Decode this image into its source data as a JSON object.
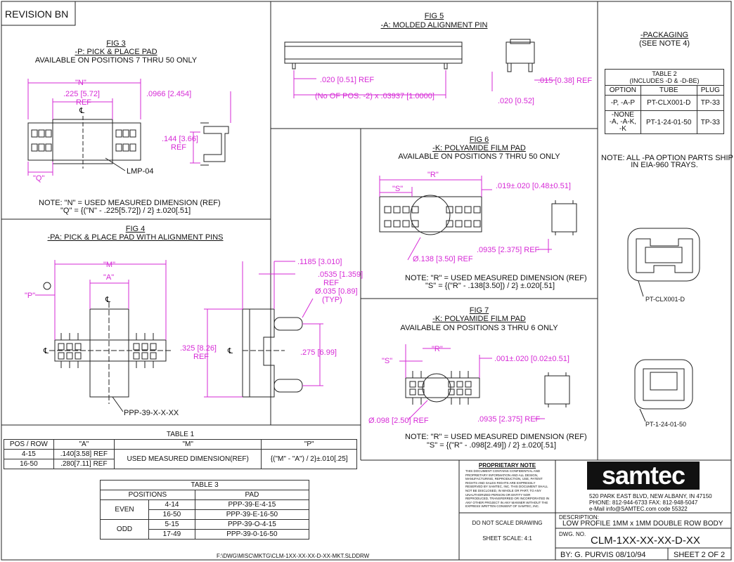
{
  "revision": "REVISION  BN",
  "fig3": {
    "title": "FIG 3",
    "sub": "-P: PICK & PLACE PAD",
    "avail": "AVAILABLE ON POSITIONS 7 THRU 50 ONLY",
    "n": "\"N\"",
    "d1": ".225 [5.72]",
    "ref": "REF",
    "d2": ".0966 [2.454]",
    "d3": ".144 [3.66]",
    "ref2": "REF",
    "q": "\"Q\"",
    "part": "LMP-04",
    "note1": "NOTE: \"N\" = USED MEASURED DIMENSION (REF)",
    "note2": "\"Q\" = {(\"N\" - .225[5.72]) / 2} ±.020[.51]"
  },
  "fig5": {
    "title": "FIG 5",
    "sub": "-A: MOLDED ALIGNMENT PIN",
    "d1": ".020 [0.51] REF",
    "d2": ".015 [0.38] REF",
    "d3": "(No OF POS. -2) x .03937 [1.0000]",
    "d4": ".020 [0.52]"
  },
  "pack": {
    "title": "-PACKAGING",
    "sub": "(SEE NOTE 4)",
    "t2title": "TABLE 2",
    "t2sub": "(INCLUDES -D & -D-BE)",
    "h": [
      "OPTION",
      "TUBE",
      "PLUG"
    ],
    "rows": [
      [
        "-P, -A-P",
        "PT-CLX001-D",
        "TP-33"
      ],
      [
        "-NONE\n-A, -A-K,\n-K",
        "PT-1-24-01-50",
        "TP-33"
      ]
    ],
    "note": "NOTE: ALL -PA OPTION PARTS SHIP",
    "note2": "IN EIA-960 TRAYS.",
    "tube1": "PT-CLX001-D",
    "tube2": "PT-1-24-01-50"
  },
  "fig6": {
    "title": "FIG 6",
    "sub": "-K: POLYAMIDE FILM PAD",
    "avail": "AVAILABLE ON POSITIONS 7 THRU 50 ONLY",
    "r": "\"R\"",
    "s": "\"S\"",
    "d1": ".019±.020 [0.48±0.51]",
    "d2": "Ø.138 [3.50] REF",
    "d3": ".0935 [2.375] REF",
    "note1": "NOTE: \"R\" = USED MEASURED DIMENSION (REF)",
    "note2": "\"S\" = {(\"R\" - .138[3.50]) / 2} ±.020[.51]"
  },
  "fig4": {
    "title": "FIG 4",
    "sub": "-PA: PICK & PLACE PAD WITH ALIGNMENT PINS",
    "m": "\"M\"",
    "a": "\"A\"",
    "p": "\"P\"",
    "d1": ".1185 [3.010]",
    "d2": ".0535 [1.359]",
    "ref": "REF",
    "d3": "Ø.035 [0.89]",
    "typ": "(TYP)",
    "d4": ".325 [8.26]",
    "ref2": "REF",
    "d5": ".275 [6.99]",
    "part": "PPP-39-X-X-XX"
  },
  "fig7": {
    "title": "FIG 7",
    "sub": "-K: POLYAMIDE FILM PAD",
    "avail": "AVAILABLE ON POSITIONS 3 THRU 6 ONLY",
    "r": "\"R\"",
    "s": "\"S\"",
    "d1": ".001±.020 [0.02±0.51]",
    "d2": "Ø.098 [2.50] REF",
    "d3": ".0935 [2.375] REF",
    "note1": "NOTE: \"R\" = USED MEASURED DIMENSION (REF)",
    "note2": "\"S\" = {(\"R\" - .098[2.49]) / 2} ±.020[.51]"
  },
  "table1": {
    "title": "TABLE 1",
    "h": [
      "POS / ROW",
      "\"A\"",
      "\"M\"",
      "\"P\""
    ],
    "r1": [
      "4-15",
      ".140[3.58] REF"
    ],
    "r2": [
      "16-50",
      ".280[7.11] REF"
    ],
    "m": "USED MEASURED DIMENSION(REF)",
    "p": "{(\"M\" - \"A\") / 2}±.010[.25]"
  },
  "table3": {
    "title": "TABLE 3",
    "h": [
      "POSITIONS",
      "PAD"
    ],
    "even": "EVEN",
    "odd": "ODD",
    "rows": [
      [
        "4-14",
        "PPP-39-E-4-15"
      ],
      [
        "16-50",
        "PPP-39-E-16-50"
      ],
      [
        "5-15",
        "PPP-39-O-4-15"
      ],
      [
        "17-49",
        "PPP-39-0-16-50"
      ]
    ]
  },
  "path": "F:\\DWG\\MISC\\MKTG\\CLM-1XX-XX-XX-D-XX-MKT.SLDDRW",
  "title_block": {
    "prop": "PROPRIETARY NOTE",
    "prop_text": "THIS DOCUMENT CONTAINS CONFIDENTIAL AND PROPRIETARY INFORMATION AND ALL DESIGN, MANUFACTURING, REPRODUCTION, USE, PATENT RIGHTS AND SALES RIGHTS ARE EXPRESSLY RESERVED BY SAMTEC, INC. THIS DOCUMENT SHALL NOT BE DISCLOSED, IN WHOLE OR PART, TO ANY UNAUTHORIZED PERSON OR ENTITY NOR REPRODUCED, TRANSFERRED OR INCORPORATED IN ANY OTHER PROJECT IN ANY MANNER WITHOUT THE EXPRESS WRITTEN CONSENT OF SAMTEC, INC.",
    "logo": "samtec",
    "addr1": "520 PARK EAST BLVD, NEW ALBANY, IN 47150",
    "addr2": "PHONE: 812-944-6733     FAX: 812-948-5047",
    "addr3": "e-Mail  info@SAMTEC.com      code  55322",
    "noscale": "DO  NOT  SCALE  DRAWING",
    "scale": "SHEET SCALE: 4:1",
    "desc_l": "DESCRIPTION:",
    "desc": "LOW PROFILE 1MM x 1MM DOUBLE ROW BODY",
    "dwg_l": "DWG.  NO.",
    "dwg": "CLM-1XX-XX-XX-D-XX",
    "by": "BY:  G. PURVIS   08/10/94",
    "sheet": "SHEET 2 OF 2"
  }
}
